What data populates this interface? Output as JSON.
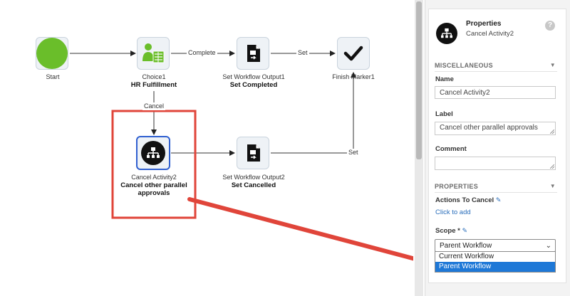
{
  "nodes": {
    "start": {
      "label": "Start"
    },
    "choice1": {
      "name": "Choice1",
      "title": "HR Fulfillment"
    },
    "set_workflow_output1": {
      "name": "Set Workflow Output1",
      "title": "Set Completed"
    },
    "finish_marker1": {
      "name": "Finish Marker1"
    },
    "cancel_activity2": {
      "name": "Cancel Activity2",
      "title": "Cancel other parallel approvals"
    },
    "set_workflow_output2": {
      "name": "Set Workflow Output2",
      "title": "Set Cancelled"
    }
  },
  "edges": {
    "complete": "Complete",
    "set_top": "Set",
    "cancel": "Cancel",
    "set_bottom": "Set"
  },
  "colors": {
    "start_node": "#6abe2a",
    "choice_node": "#6abe2a",
    "highlight_box": "#e0453a",
    "selected_node_border": "#2f5fd0",
    "annotation_arrow": "#e0453a",
    "accent": "#1e78d7"
  },
  "properties_panel": {
    "title": "Properties",
    "subtitle": "Cancel Activity2",
    "help_icon": "question-circle-icon",
    "miscellaneous": {
      "heading": "MISCELLANEOUS",
      "name_label": "Name",
      "name_value": "Cancel Activity2",
      "label_label": "Label",
      "label_value": "Cancel other parallel approvals",
      "comment_label": "Comment",
      "comment_value": ""
    },
    "properties": {
      "heading": "PROPERTIES",
      "actions_label": "Actions To Cancel",
      "actions_link": "Click to add",
      "scope_label": "Scope *",
      "scope_value": "Parent Workflow",
      "scope_options": [
        "Current Workflow",
        "Parent Workflow"
      ],
      "scope_selected_option": "Parent Workflow"
    }
  }
}
